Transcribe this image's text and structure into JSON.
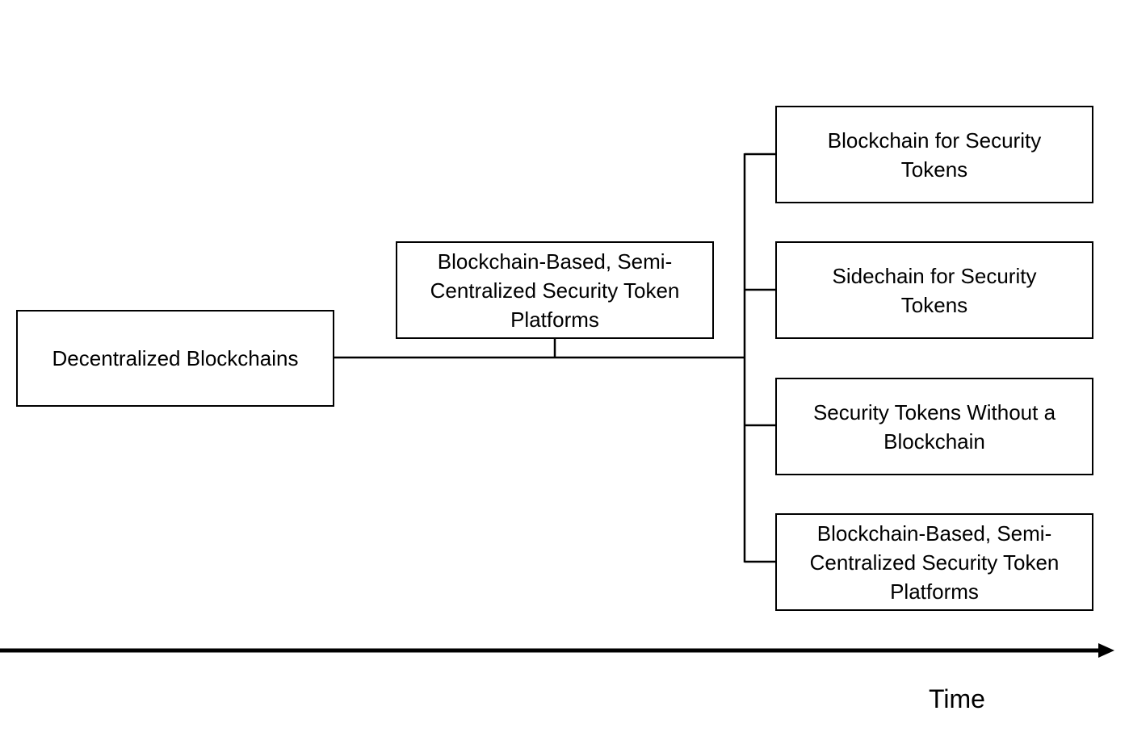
{
  "nodes": {
    "root": "Decentralized Blockchains",
    "middle": "Blockchain-Based, Semi-Centralized Security Token Platforms",
    "right": [
      "Blockchain for Security Tokens",
      "Sidechain for Security Tokens",
      "Security Tokens Without a Blockchain",
      "Blockchain-Based, Semi-Centralized Security Token Platforms"
    ]
  },
  "axis": {
    "label": "Time"
  }
}
